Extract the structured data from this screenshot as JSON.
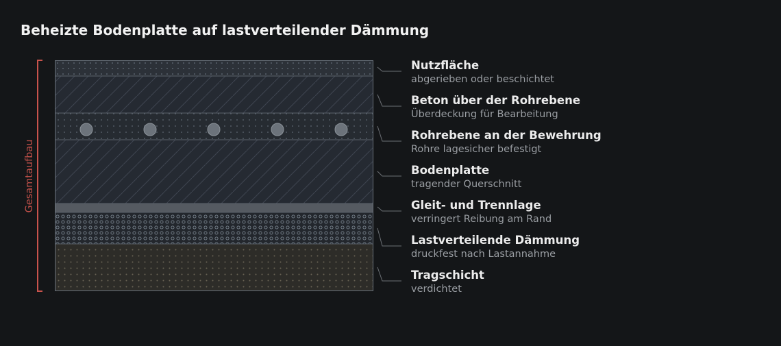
{
  "title": "Beheizte Bodenplatte auf lastverteilender Dämmung",
  "overall_label": "Gesamtaufbau",
  "colors": {
    "background": "#141618",
    "bracket": "#c9534c",
    "leader": "#6d7176"
  },
  "layers": [
    {
      "name": "Nutzfläche",
      "description": "abgerieben oder beschichtet",
      "pattern": "dots-dense"
    },
    {
      "name": "Beton über der Rohrebene",
      "description": "Überdeckung für Bearbeitung",
      "pattern": "hatch"
    },
    {
      "name": "Rohrebene an der Bewehrung",
      "description": "Rohre lagesicher befestigt",
      "pattern": "dots-with-pipes"
    },
    {
      "name": "Bodenplatte",
      "description": "tragender Querschnitt",
      "pattern": "hatch"
    },
    {
      "name": "Gleit- und Trennlage",
      "description": "verringert Reibung am Rand",
      "pattern": "solid"
    },
    {
      "name": "Lastverteilende Dämmung",
      "description": "druckfest nach Lastannahme",
      "pattern": "circles"
    },
    {
      "name": "Tragschicht",
      "description": "verdichtet",
      "pattern": "dots-warm"
    }
  ]
}
